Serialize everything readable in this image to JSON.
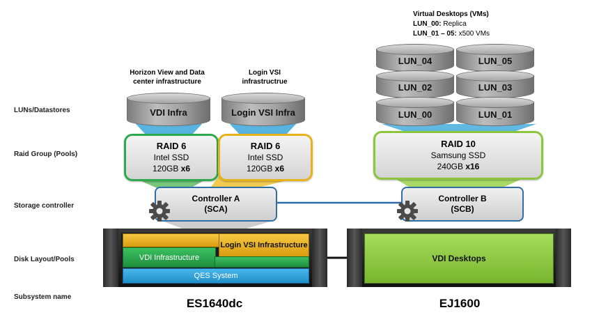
{
  "row_labels": {
    "luns": "LUNs/Datastores",
    "raid": "Raid Group (Pools)",
    "controller": "Storage controller",
    "disk": "Disk Layout/Pools",
    "subsystem": "Subsystem name"
  },
  "captions": {
    "horizon": "Horizon View and Data center infrastructure",
    "login": "Login VSI infrastructrue"
  },
  "vm_header": {
    "title": "Virtual Desktops (VMs)",
    "lun00_key": "LUN_00:",
    "lun00_val": " Replica",
    "lun01_key": "LUN_01 – 05:",
    "lun01_val": " x500 VMs"
  },
  "luns": {
    "vdi_infra": "VDI Infra",
    "login_vsi_infra": "Login VSI Infra",
    "lun_04": "LUN_04",
    "lun_05": "LUN_05",
    "lun_02": "LUN_02",
    "lun_03": "LUN_03",
    "lun_00": "LUN_00",
    "lun_01": "LUN_01"
  },
  "raid": {
    "raid6_a": {
      "title": "RAID 6",
      "media": "Intel SSD",
      "size": "120GB ",
      "count": "x6"
    },
    "raid6_b": {
      "title": "RAID 6",
      "media": "Intel SSD",
      "size": "120GB ",
      "count": "x6"
    },
    "raid10": {
      "title": "RAID 10",
      "media": "Samsung SSD",
      "size": "240GB ",
      "count": "x16"
    }
  },
  "controllers": {
    "a": {
      "name": "Controller A",
      "code": "(SCA)"
    },
    "b": {
      "name": "Controller B",
      "code": "(SCB)"
    }
  },
  "pools": {
    "login_vsi": "Login VSI Infrastructure",
    "vdi_infra": "VDI Infrastructure",
    "qes": "QES System",
    "vdi_desktops": "VDI Desktops"
  },
  "subsystems": {
    "left": "ES1640dc",
    "right": "EJ1600"
  },
  "colors": {
    "green": "#2fa84f",
    "yellow": "#e8b21a",
    "blue": "#2b9fd9",
    "lime": "#8cc63f",
    "controller_blue": "#2f6ea5"
  }
}
